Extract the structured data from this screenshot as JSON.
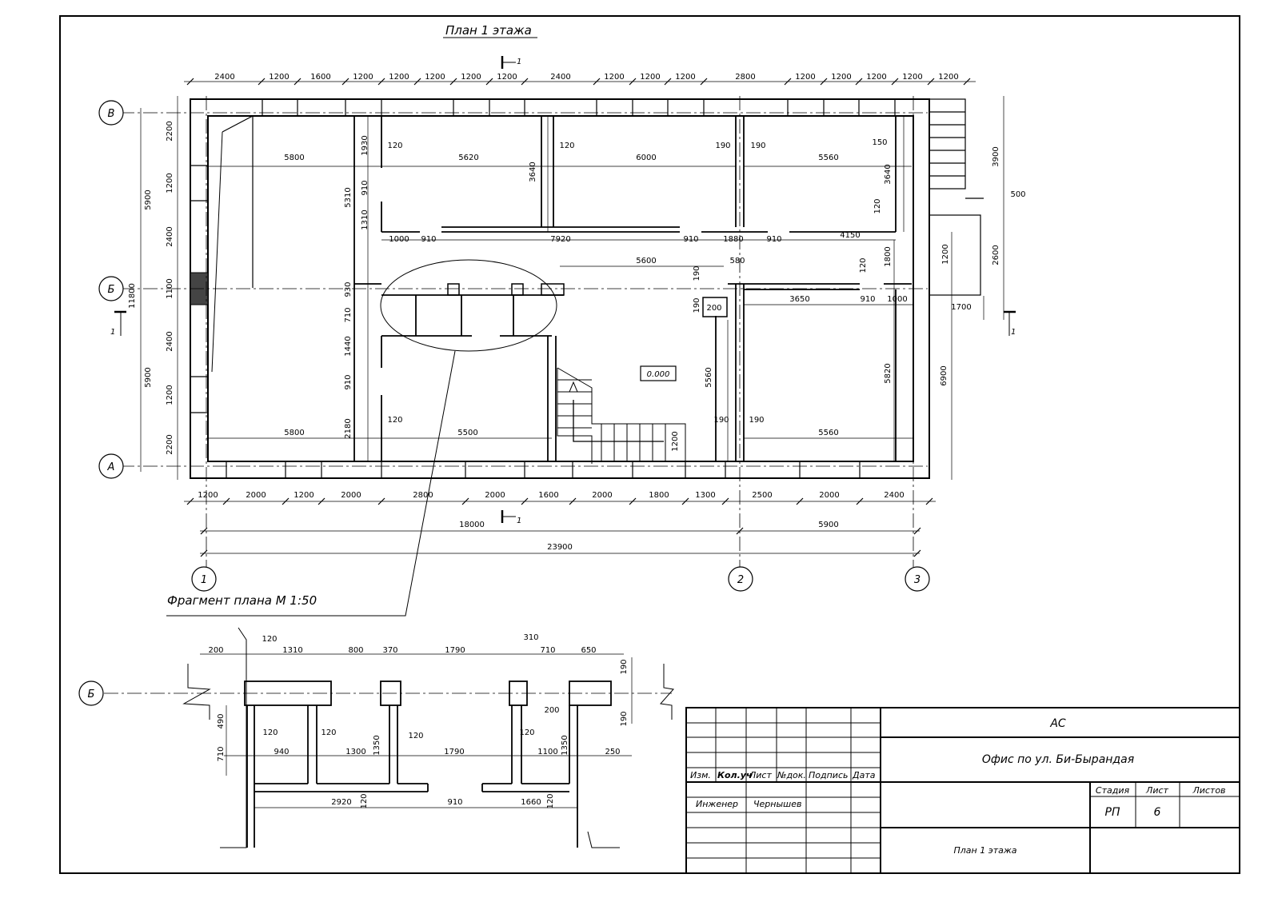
{
  "drawing": {
    "plan_title": "План 1 этажа",
    "fragment_title": "Фрагмент плана М 1:50",
    "level_mark": "0.000",
    "section_mark": "1"
  },
  "axes": {
    "rows": [
      "В",
      "Б",
      "А"
    ],
    "cols": [
      "1",
      "2",
      "3"
    ],
    "fragment_row": "Б"
  },
  "dims": {
    "top": [
      "2400",
      "1200",
      "1600",
      "1200",
      "1200",
      "1200",
      "1200",
      "1200",
      "2400",
      "1200",
      "1200",
      "1200",
      "2800",
      "1200",
      "1200",
      "1200",
      "1200",
      "1200"
    ],
    "bottom": [
      "1200",
      "2000",
      "1200",
      "2000",
      "2800",
      "2000",
      "1600",
      "2000",
      "1800",
      "1300",
      "2500",
      "2000",
      "2400"
    ],
    "overall_a": "18000",
    "overall_b": "5900",
    "overall_total": "23900",
    "left_outer": [
      "5900",
      "5900"
    ],
    "left_total": "11800",
    "left_inner": [
      "2200",
      "1200",
      "2400",
      "1100",
      "2400",
      "1200",
      "2200"
    ],
    "right_outer": [
      "3900",
      "2600",
      "6900"
    ],
    "right_small": [
      "500",
      "1700"
    ],
    "interior": {
      "top_row": [
        "5800",
        "5620",
        "6000",
        "5560"
      ],
      "upper_walls": [
        "120",
        "120",
        "190",
        "190",
        "150",
        "120"
      ],
      "upper_vert": [
        "1930",
        "910",
        "1310",
        "5310",
        "3640",
        "3640"
      ],
      "corridor": [
        "1000",
        "910",
        "7920",
        "910",
        "1880",
        "910",
        "4150"
      ],
      "mid": [
        "5600",
        "580",
        "190",
        "190",
        "200",
        "3650",
        "910",
        "1000",
        "1800",
        "1200",
        "120"
      ],
      "lower_vert": [
        "930",
        "710",
        "1440",
        "910",
        "2180",
        "5560",
        "5820"
      ],
      "bottom_row": [
        "5800",
        "5500",
        "5560"
      ],
      "lower_walls": [
        "120",
        "190",
        "190",
        "1200"
      ]
    }
  },
  "fragment_dims": {
    "top": [
      "200",
      "120",
      "1310",
      "800",
      "370",
      "1790",
      "310",
      "710",
      "650"
    ],
    "right": [
      "190",
      "190"
    ],
    "mid": [
      "120",
      "940",
      "120",
      "1300",
      "120",
      "1790",
      "120",
      "1100",
      "250",
      "200"
    ],
    "vert": [
      "490",
      "710",
      "1350",
      "1350"
    ],
    "bottom": [
      "2920",
      "120",
      "910",
      "1660",
      "120"
    ]
  },
  "stamp": {
    "code": "АС",
    "project": "Офис по ул. Би-Бырандая",
    "headers": [
      "Изм.",
      "Кол.уч",
      "Лист",
      "№док.",
      "Подпись",
      "Дата"
    ],
    "role": "Инженер",
    "name": "Чернышев",
    "stage_label": "Стадия",
    "sheet_label": "Лист",
    "sheets_label": "Листов",
    "stage": "РП",
    "sheet": "6",
    "sheet_title": "План 1 этажа"
  }
}
